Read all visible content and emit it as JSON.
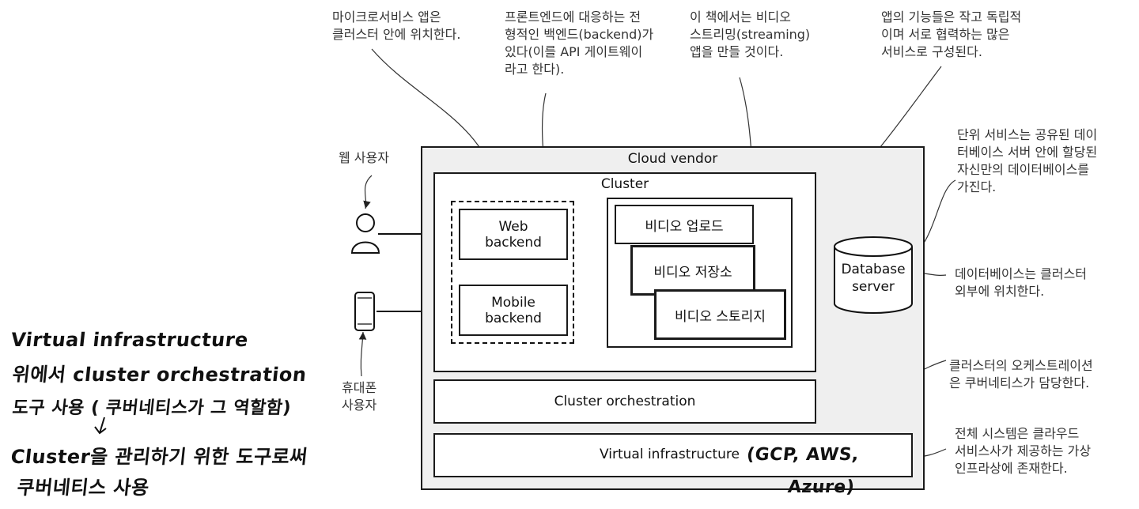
{
  "diagram": {
    "cloud_vendor": "Cloud vendor",
    "cluster": "Cluster",
    "web_backend": "Web\nbackend",
    "mobile_backend": "Mobile\nbackend",
    "video_upload": "비디오 업로드",
    "video_storage_svc": "비디오 저장소",
    "video_storage": "비디오 스토리지",
    "database": "Database\nserver",
    "cluster_orchestration": "Cluster orchestration",
    "virtual_infrastructure": "Virtual infrastructure",
    "web_user": "웹 사용자",
    "mobile_user": "휴대폰\n사용자"
  },
  "annotations": {
    "microservices": "마이크로서비스 앱은\n클러스터 안에 위치한다.",
    "frontend_backend": "프론트엔드에 대응하는 전\n형적인 백엔드(backend)가\n있다(이를 API 게이트웨이\n라고 한다).",
    "streaming_app": "이 책에서는 비디오\n스트리밍(streaming)\n앱을 만들 것이다.",
    "small_services": "앱의 기능들은 작고 독립적\n이며 서로 협력하는 많은\n서비스로 구성된다.",
    "own_database": "단위 서비스는 공유된 데이\n터베이스 서버 안에 할당된\n자신만의 데이터베이스를\n가진다.",
    "db_outside": "데이터베이스는 클러스터\n외부에 위치한다.",
    "orchestration_k8s": "클러스터의 오케스트레이션\n은 쿠버네티스가 담당한다.",
    "whole_system": "전체 시스템은 클라우드\n서비스사가 제공하는 가상\n인프라상에 존재한다."
  },
  "handwritten": {
    "line1": "Virtual infrastructure",
    "line2": "위에서 cluster orchestration",
    "line3": "도구 사용 ( 쿠버네티스가 그 역할함)",
    "line4": "Cluster을 관리하기 위한 도구로써",
    "line5": "쿠버네티스 사용",
    "cloud_examples_1": "(GCP, AWS,",
    "cloud_examples_2": "Azure)"
  }
}
